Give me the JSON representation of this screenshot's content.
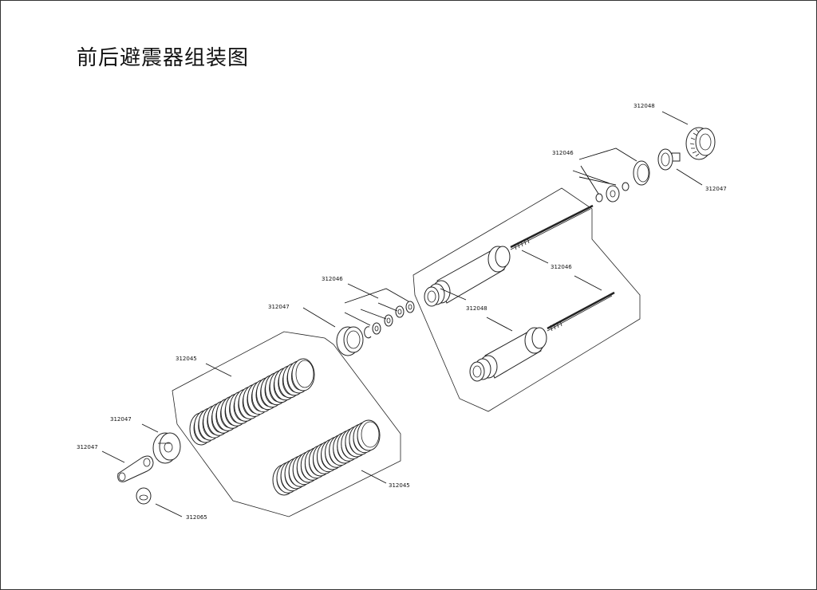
{
  "title": "前后避震器组装图",
  "callouts": [
    {
      "id": "c-312048-top",
      "text": "312048"
    },
    {
      "id": "c-312046-top",
      "text": "312046"
    },
    {
      "id": "c-312047-top",
      "text": "312047"
    },
    {
      "id": "c-312046-mid",
      "text": "312046"
    },
    {
      "id": "c-312046-left",
      "text": "312046"
    },
    {
      "id": "c-312047-left",
      "text": "312047"
    },
    {
      "id": "c-312048-mid",
      "text": "312048"
    },
    {
      "id": "c-312045-top",
      "text": "312045"
    },
    {
      "id": "c-312047-a",
      "text": "312047"
    },
    {
      "id": "c-312047-b",
      "text": "312047"
    },
    {
      "id": "c-312045-bottom",
      "text": "312045"
    },
    {
      "id": "c-312065",
      "text": "312065"
    }
  ]
}
